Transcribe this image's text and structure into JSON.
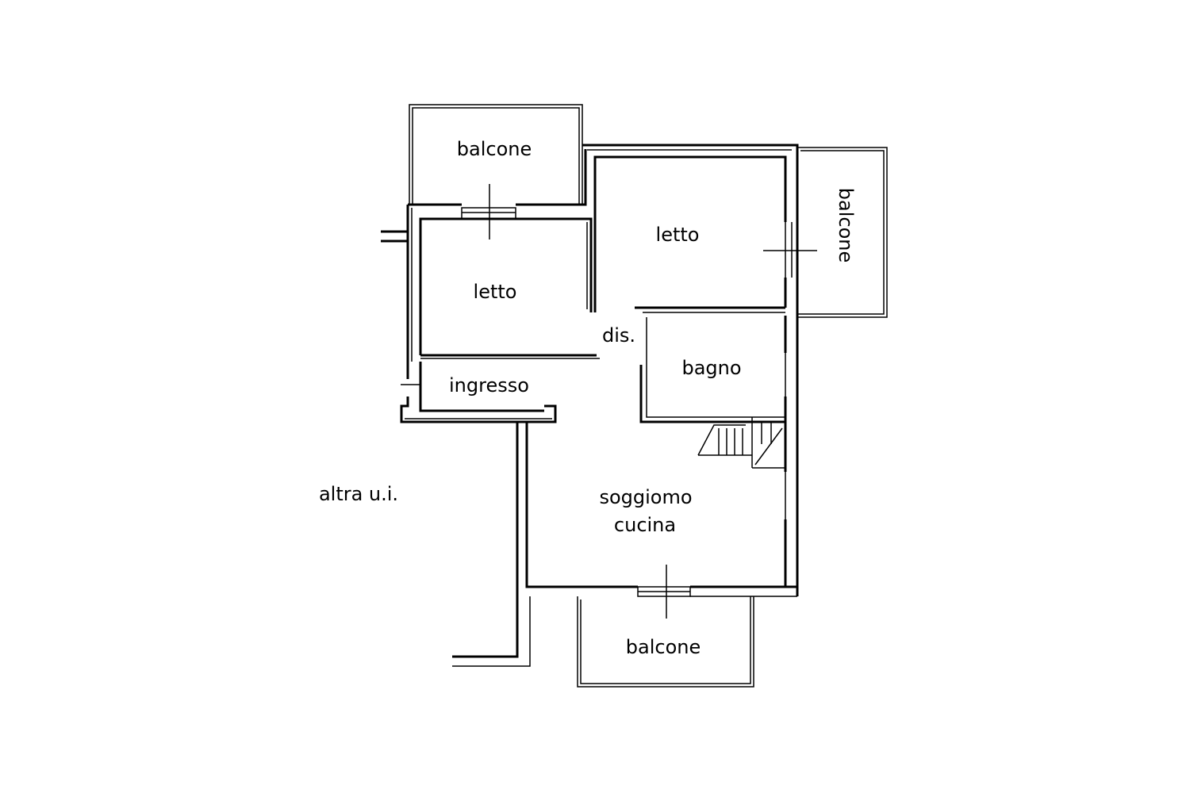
{
  "rooms": {
    "balcone_top": "balcone",
    "balcone_right": "balcone",
    "balcone_bottom": "balcone",
    "letto_left": "letto",
    "letto_right": "letto",
    "disimpegno": "dis.",
    "bagno": "bagno",
    "ingresso": "ingresso",
    "soggiorno_line1": "soggiomo",
    "soggiorno_line2": "cucina",
    "altra_ui": "altra u.i."
  },
  "colors": {
    "wall": "#000000",
    "wall_hatch": "#7a7a7a",
    "background": "#ffffff"
  }
}
